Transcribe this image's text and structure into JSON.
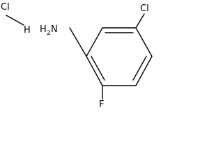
{
  "molecule": {
    "salt_label": "Cl",
    "salt_h_label": "H",
    "amine_h": "H",
    "amine_sub": "2",
    "amine_n": "N",
    "chloro_label": "Cl",
    "fluoro_label": "F"
  }
}
